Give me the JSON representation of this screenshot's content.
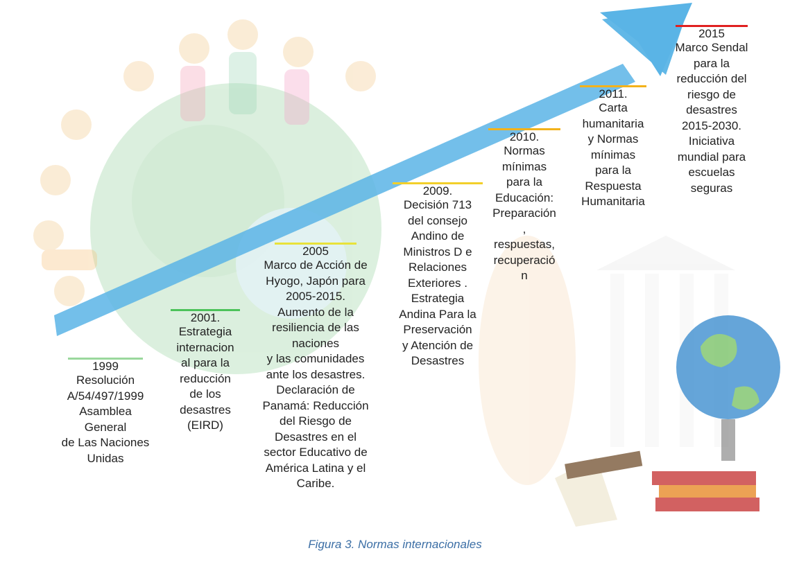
{
  "colors": {
    "arrow": "#5ab4e6",
    "globe": "#9fd0a0",
    "line_1999": "#9ad89c",
    "line_2001": "#4cc25a",
    "line_2005": "#e8e23a",
    "line_2009": "#f2cf2a",
    "line_2010": "#f3b21b",
    "line_2011": "#f3b21b",
    "line_2015": "#e02020",
    "caption": "#3b6ea5"
  },
  "entries": [
    {
      "id": "1999",
      "year": "1999",
      "text": "Resolución\nA/54/497/1999\nAsamblea General\nde Las Naciones\nUnidas"
    },
    {
      "id": "2001",
      "year": "2001.",
      "text": "Estrategia\ninternacion\nal para la\nreducción\nde los\ndesastres\n(EIRD)"
    },
    {
      "id": "2005",
      "year": "2005",
      "text": "Marco de Acción de\nHyogo, Japón para\n2005-2015.\nAumento de la\nresiliencia de las\nnaciones\ny las comunidades\nante los desastres.\nDeclaración de\nPanamá: Reducción\ndel Riesgo de\nDesastres en el\nsector Educativo de\nAmérica Latina y el\nCaribe."
    },
    {
      "id": "2009",
      "year": "2009.",
      "text": "Decisión 713\ndel consejo\nAndino de\nMinistros D e\nRelaciones\nExteriores .\nEstrategia\nAndina Para la\nPreservación\ny Atención de\nDesastres"
    },
    {
      "id": "2010",
      "year": "2010.",
      "text": "Normas\nmínimas\npara la\nEducación:\nPreparación\n,\nrespuestas,\nrecuperació\nn"
    },
    {
      "id": "2011",
      "year": "2011.",
      "text": "Carta\nhumanitaria\ny Normas\nmínimas\npara la\nRespuesta\nHumanitaria"
    },
    {
      "id": "2015",
      "year": "2015",
      "text": "Marco Sendal\npara la\nreducción del\nriesgo de\ndesastres\n2015-2030.\nIniciativa\nmundial para\nescuelas\nseguras"
    }
  ],
  "caption": "Figura 3. Normas internacionales"
}
